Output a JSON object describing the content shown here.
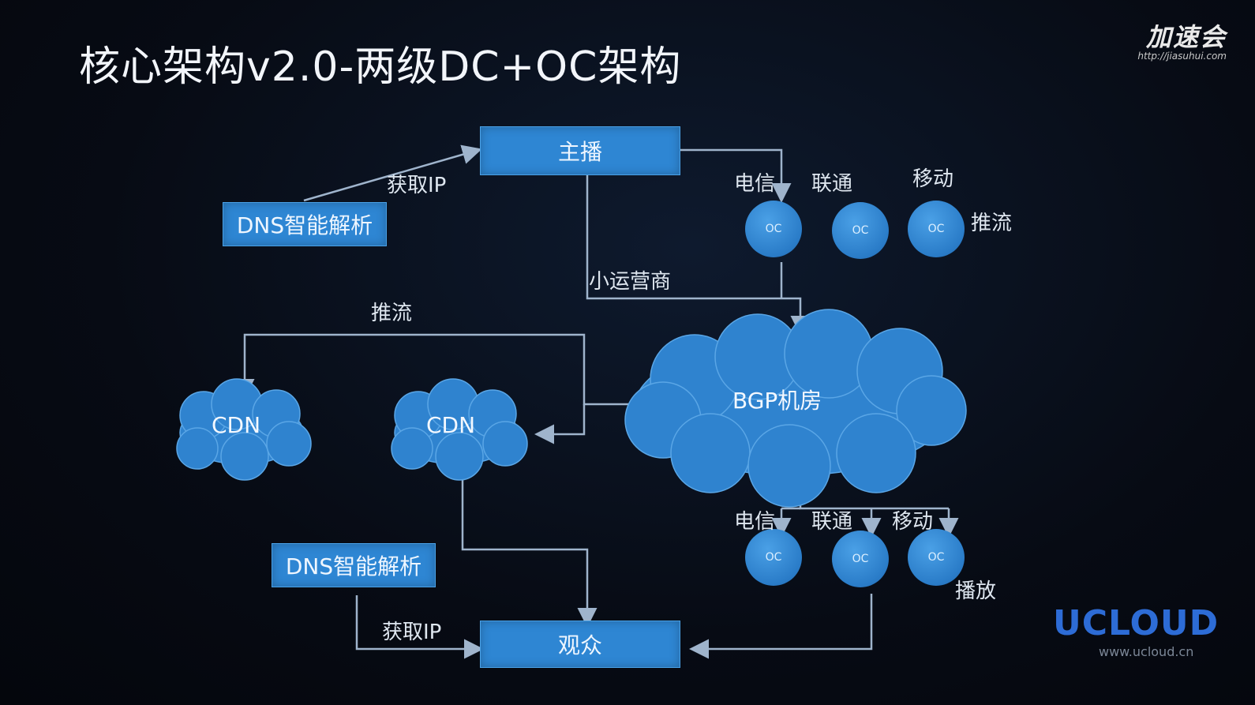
{
  "title": "核心架构v2.0-两级DC+OC架构",
  "logo": {
    "mark": "加速会",
    "url": "http://jiasuhui.com"
  },
  "brand": {
    "name": "UCLOUD",
    "url": "www.ucloud.cn"
  },
  "nodes": {
    "anchor": "主播",
    "dns_top": "DNS智能解析",
    "dns_bottom": "DNS智能解析",
    "viewer": "观众",
    "bgp": "BGP机房",
    "cdn_left": "CDN",
    "cdn_right": "CDN",
    "oc": "OC"
  },
  "labels": {
    "get_ip_top": "获取IP",
    "get_ip_bottom": "获取IP",
    "small_isp": "小运营商",
    "push_left": "推流",
    "push_right": "推流",
    "play": "播放",
    "telecom_top": "电信",
    "unicom_top": "联通",
    "mobile_top": "移动",
    "telecom_bottom": "电信",
    "unicom_bottom": "联通",
    "mobile_bottom": "移动"
  },
  "colors": {
    "accent": "#2e86d3",
    "line": "#9fb4cc",
    "background": "#070b14",
    "brand": "#2d6cd6"
  }
}
